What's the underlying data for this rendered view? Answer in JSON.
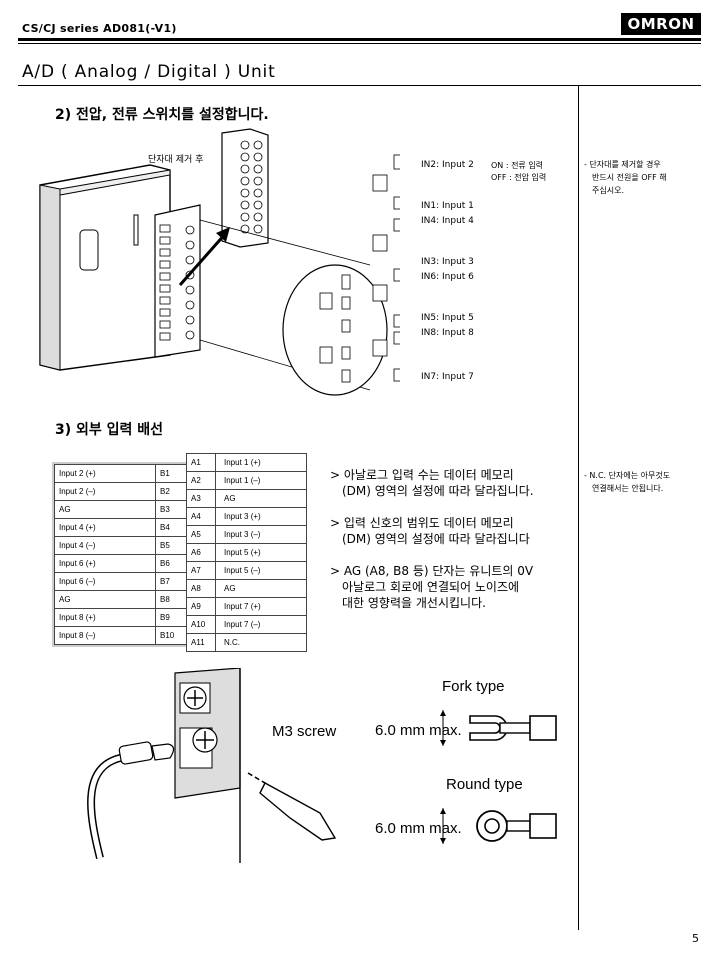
{
  "header": {
    "series": "CS/CJ series  AD081(-V1)",
    "logo": "OMRON"
  },
  "title": "A/D ( Analog / Digital ) Unit",
  "section2": {
    "heading": "2) 전압, 전류 스위치를 설정합니다.",
    "callout": "단자대 제거 후",
    "switch_legend": [
      "ON : 전류 입력",
      "OFF : 전압 입력"
    ],
    "labels": [
      "IN2: Input 2",
      "IN1: Input 1",
      "IN4: Input 4",
      "IN3: Input 3",
      "IN6: Input 6",
      "IN5: Input 5",
      "IN8: Input 8",
      "IN7: Input 7"
    ],
    "note": [
      "- 단자대를 제거할 경우",
      "반드시 전원을 OFF 해",
      "주십시오."
    ]
  },
  "section3": {
    "heading": "3) 외부 입력 배선",
    "left_table": [
      [
        "Input 2 (+)",
        "B1"
      ],
      [
        "Input 2 (–)",
        "B2"
      ],
      [
        "AG",
        "B3"
      ],
      [
        "Input 4 (+)",
        "B4"
      ],
      [
        "Input 4 (–)",
        "B5"
      ],
      [
        "Input 6 (+)",
        "B6"
      ],
      [
        "Input 6 (–)",
        "B7"
      ],
      [
        "AG",
        "B8"
      ],
      [
        "Input 8 (+)",
        "B9"
      ],
      [
        "Input 8 (–)",
        "B10"
      ]
    ],
    "right_table": [
      [
        "A1",
        "Input 1 (+)"
      ],
      [
        "A2",
        "Input 1 (–)"
      ],
      [
        "A3",
        "AG"
      ],
      [
        "A4",
        "Input 3 (+)"
      ],
      [
        "A5",
        "Input 3 (–)"
      ],
      [
        "A6",
        "Input 5 (+)"
      ],
      [
        "A7",
        "Input 5 (–)"
      ],
      [
        "A8",
        "AG"
      ],
      [
        "A9",
        "Input 7 (+)"
      ],
      [
        "A10",
        "Input 7 (–)"
      ],
      [
        "A11",
        "N.C."
      ]
    ],
    "bullets": [
      [
        "> 아날로그 입력 수는 데이터 메모리",
        "(DM) 영역의 설정에 따라 달라집니다."
      ],
      [
        "> 입력 신호의 범위도 데이터 메모리",
        "(DM) 영역의 설정에 따라 달라집니다"
      ],
      [
        "> AG (A8, B8 등) 단자는 유니트의 0V",
        "아날로그 회로에 연결되어 노이즈에",
        "대한 영향력을 개선시킵니다."
      ]
    ],
    "note": [
      "- N.C. 단자에는 아무것도",
      "연결해서는 안됩니다."
    ]
  },
  "screw": {
    "m3": "M3 screw",
    "fork_type": "Fork type",
    "round_type": "Round type",
    "fork_max": "6.0 mm max.",
    "round_max": "6.0 mm max."
  },
  "page_number": "5"
}
